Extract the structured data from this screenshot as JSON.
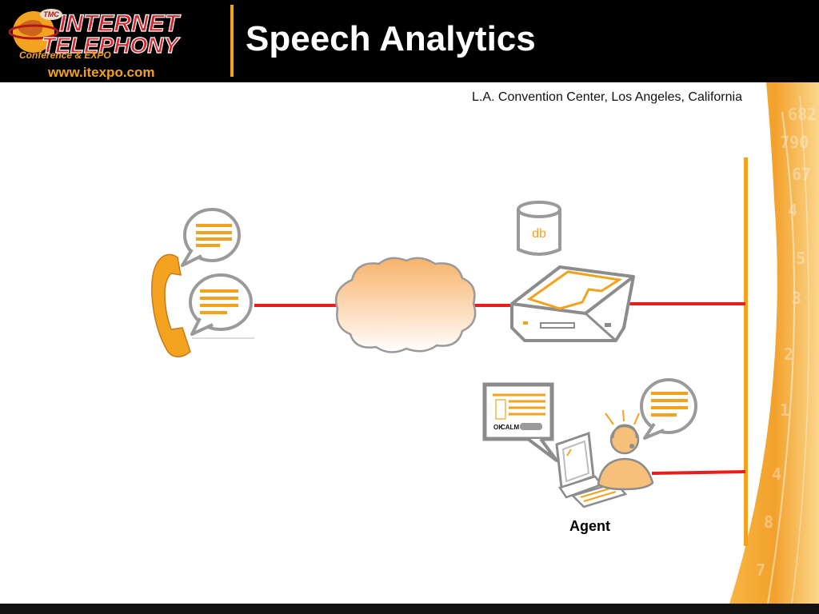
{
  "slide": {
    "title": "Speech Analytics",
    "venue": "L.A. Convention Center, Los Angeles, California"
  },
  "logo": {
    "tmc": "TMC",
    "line1": "INTERNET",
    "line2": "TELEPHONY",
    "line3": "Conference & EXPO",
    "url": "www.itexpo.com"
  },
  "diagram": {
    "db_label": "db",
    "agent_label": "Agent",
    "screen_text": "CALM",
    "screen_text2": "OK",
    "colors": {
      "accent": "#f2a21c",
      "connection": "#e81e1e",
      "outline": "#8c8c8c"
    }
  }
}
